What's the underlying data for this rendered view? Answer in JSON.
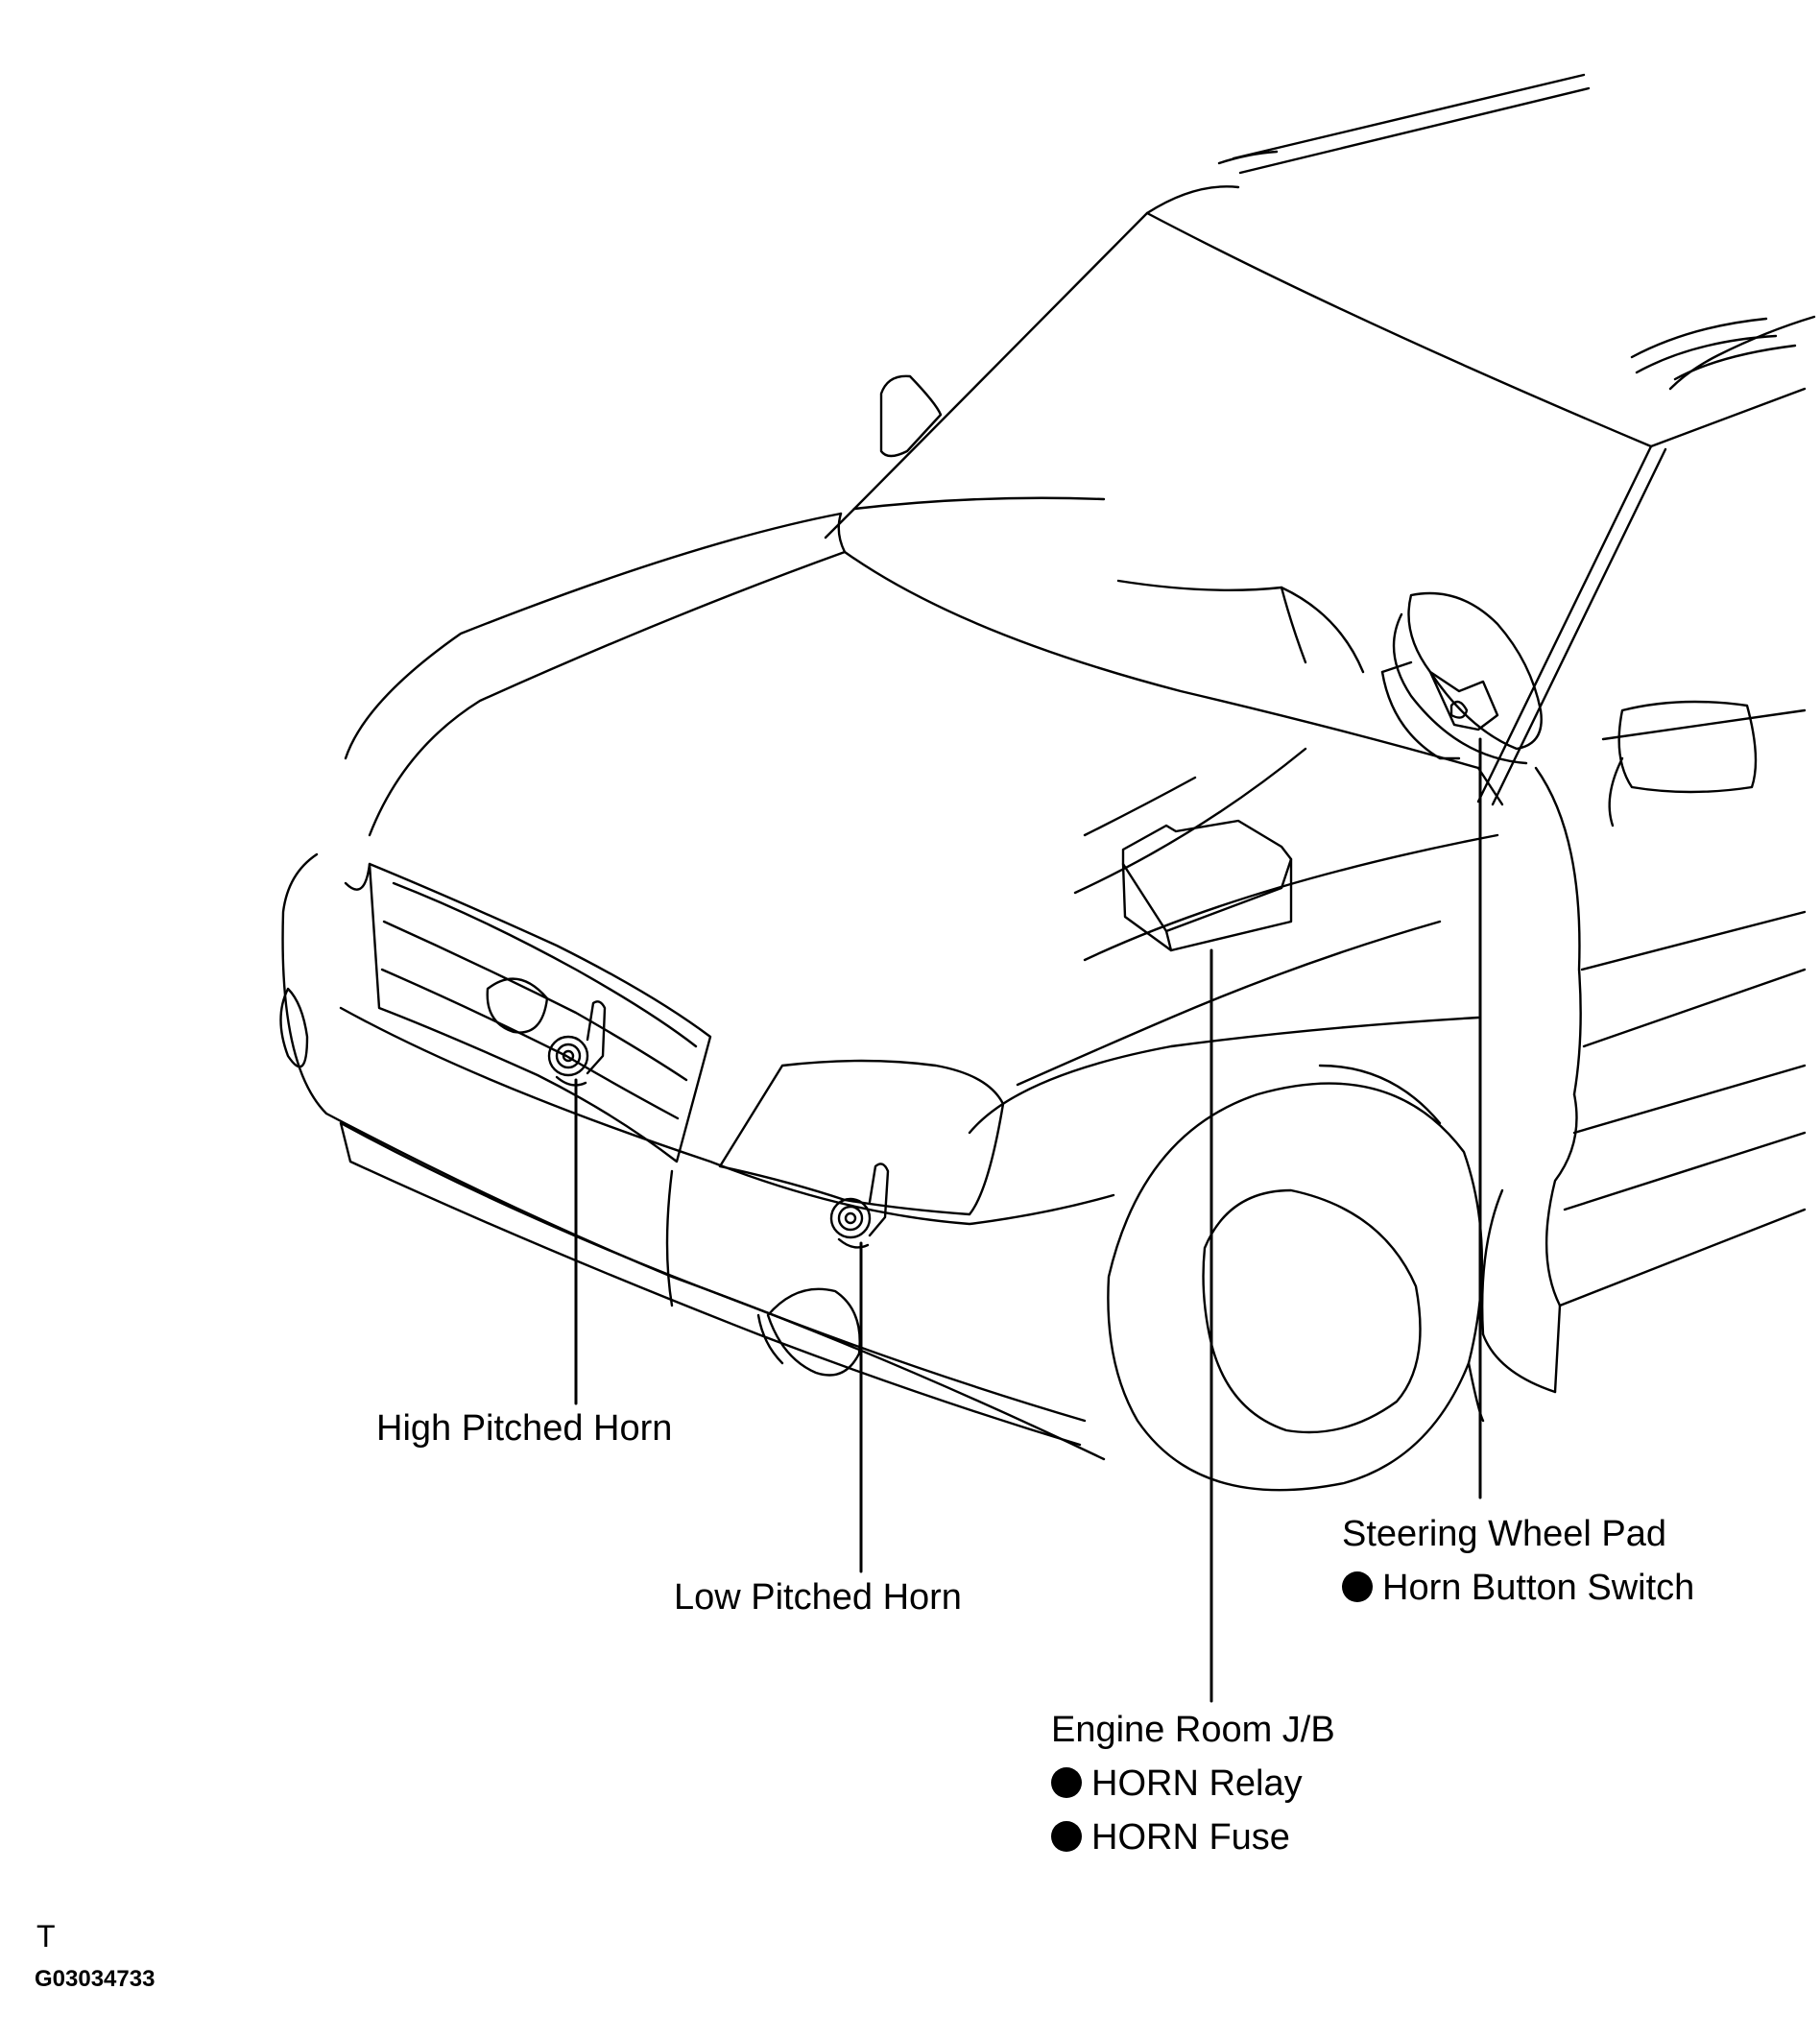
{
  "labels": {
    "high_pitched_horn": "High Pitched Horn",
    "low_pitched_horn": "Low Pitched Horn",
    "steering_wheel_pad": {
      "title": "Steering Wheel Pad",
      "items": [
        "Horn Button Switch"
      ]
    },
    "engine_room_jb": {
      "title": "Engine Room J/B",
      "items": [
        "HORN Relay",
        "HORN Fuse"
      ]
    }
  },
  "footer": {
    "mark": "T",
    "figure_code": "G03034733"
  }
}
